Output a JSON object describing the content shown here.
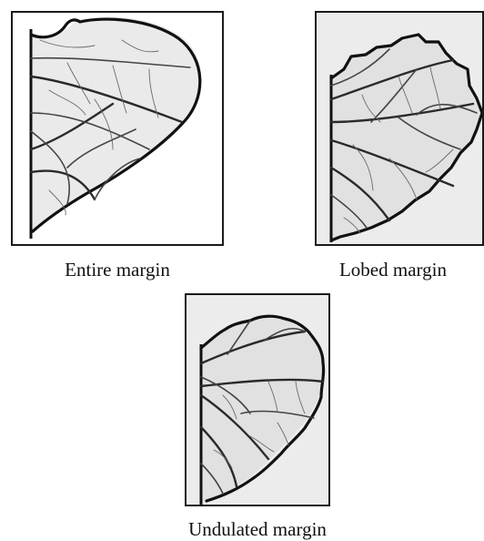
{
  "figures": [
    {
      "id": "entire",
      "caption": "Entire margin",
      "margin_type": "entire"
    },
    {
      "id": "lobed",
      "caption": "Lobed margin",
      "margin_type": "lobed"
    },
    {
      "id": "undulated",
      "caption": "Undulated margin",
      "margin_type": "undulated"
    }
  ]
}
